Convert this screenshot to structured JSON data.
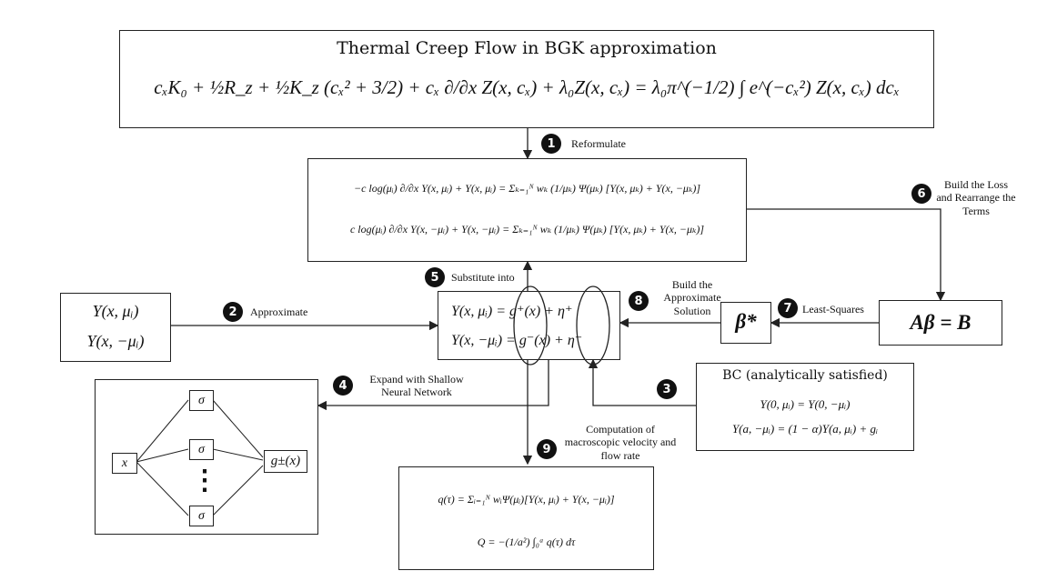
{
  "title_box": {
    "title": "Thermal Creep Flow in BGK approximation",
    "equation": "cₓK₀ + ½R_z + ½K_z (cₓ² + 3/2) + cₓ ∂/∂x Z(x, cₓ) + λ₀Z(x, cₓ) = λ₀π^(−1/2) ∫ e^(−cₓ²) Z(x, cₓ) dcₓ"
  },
  "reformulated_box": {
    "eq1": "−c log(μᵢ) ∂/∂x Y(x, μᵢ) + Y(x, μᵢ) = Σₖ₌₁ᴺ wₖ (1/μₖ) Ψ(μₖ) [Y(x, μₖ) + Y(x, −μₖ)]",
    "eq2": "c log(μᵢ) ∂/∂x Y(x, −μᵢ) + Y(x, −μᵢ) = Σₖ₌₁ᴺ wₖ (1/μₖ) Ψ(μₖ) [Y(x, μₖ) + Y(x, −μₖ)]"
  },
  "y_box": {
    "line1": "Y(x, μᵢ)",
    "line2": "Y(x, −μᵢ)"
  },
  "approx_box": {
    "line1": "Y(x, μᵢ) = g⁺(x) + η⁺",
    "line2": "Y(x, −μᵢ) = g⁻(x) + η⁻"
  },
  "beta_box": {
    "text": "β*"
  },
  "ab_box": {
    "text": "Aβ = B"
  },
  "bc_box": {
    "title": "BC (analytically satisfied)",
    "eq1": "Y(0, μᵢ) = Y(0, −μᵢ)",
    "eq2": "Y(a, −μᵢ) = (1 − α)Y(a, μᵢ) + gᵢ"
  },
  "nn_box": {
    "input": "x",
    "hidden": [
      "σ",
      "σ",
      "σ"
    ],
    "output": "g±(x)",
    "dots": "⋮"
  },
  "flow_box": {
    "eq1": "q(τ) = Σᵢ₌₁ᴺ wᵢΨ(μᵢ)[Y(x, μᵢ) + Y(x, −μᵢ)]",
    "eq2": "Q = −(1/a²) ∫₀ᵃ q(τ) dτ"
  },
  "steps": [
    {
      "num": "1",
      "label": "Reformulate"
    },
    {
      "num": "2",
      "label": "Approximate"
    },
    {
      "num": "3",
      "label": ""
    },
    {
      "num": "4",
      "label": "Expand with Shallow Neural Network"
    },
    {
      "num": "5",
      "label": "Substitute into"
    },
    {
      "num": "6",
      "label": "Build the Loss and Rearrange the Terms"
    },
    {
      "num": "7",
      "label": "Least-Squares"
    },
    {
      "num": "8",
      "label": "Build the Approximate Solution"
    },
    {
      "num": "9",
      "label": "Computation of macroscopic velocity and flow rate"
    }
  ]
}
